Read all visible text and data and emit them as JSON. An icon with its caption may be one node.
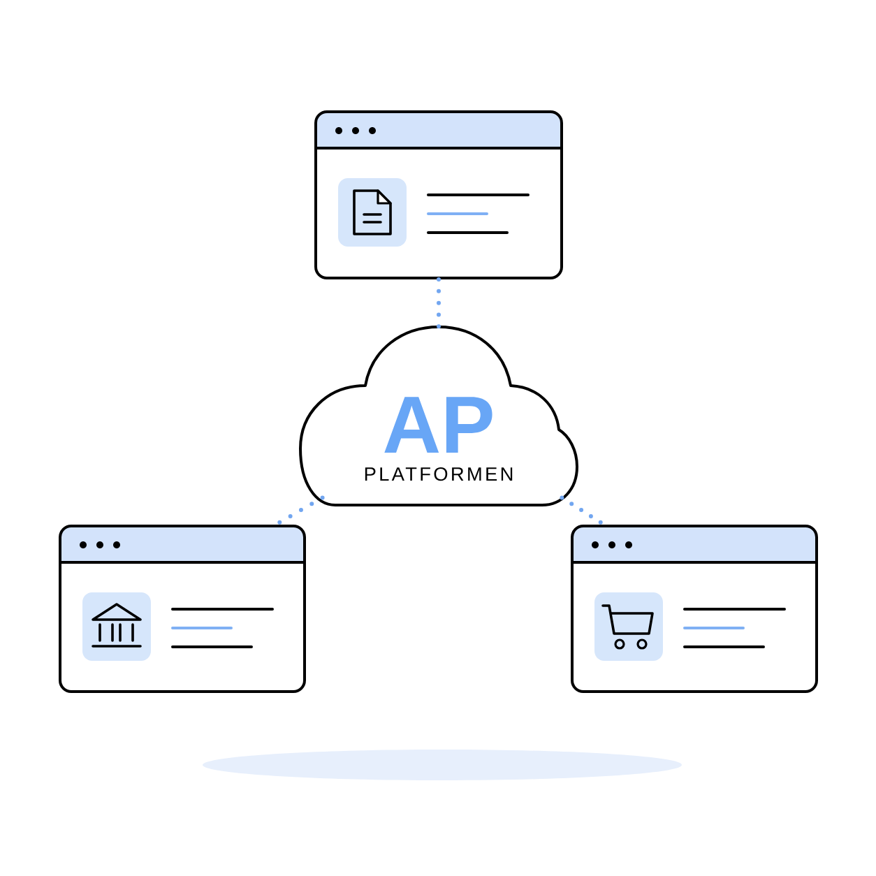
{
  "diagram": {
    "nodes": [
      {
        "text": [],
        "shape": "window"
      },
      {
        "text": [
          "AP",
          "PLATFORMEN"
        ]
      },
      {
        "text": [],
        "shape": "window"
      },
      {
        "text": [],
        "shape": "window"
      }
    ],
    "edges": [
      {
        "from": 0,
        "to": 1,
        "arrow": "none",
        "style": "dashed",
        "color": "#72a6f0"
      },
      {
        "from": 1,
        "to": 2,
        "arrow": "none",
        "style": "dashed",
        "color": "#72a6f0"
      },
      {
        "from": 1,
        "to": 3,
        "arrow": "none",
        "style": "dashed",
        "color": "#72a6f0"
      }
    ]
  }
}
